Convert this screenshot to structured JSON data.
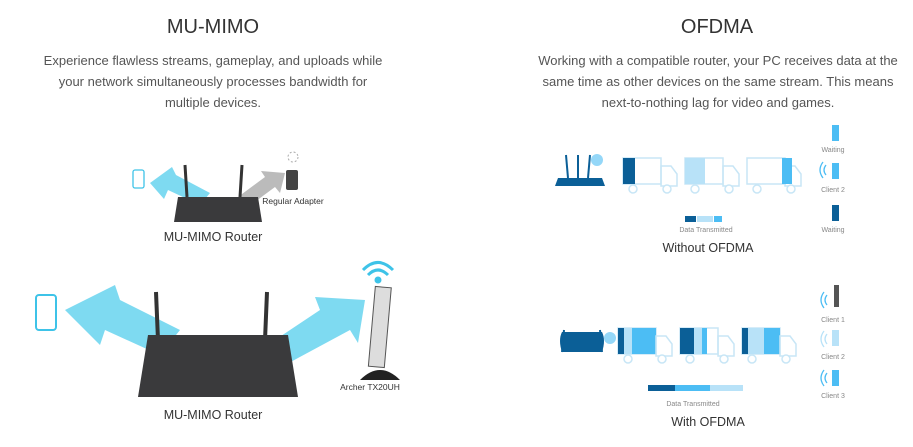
{
  "mumimo": {
    "title": "MU-MIMO",
    "description": "Experience flawless streams, gameplay, and uploads while your network simultaneously processes bandwidth for multiple devices.",
    "top_router_label": "MU-MIMO Router",
    "regular_adapter_label": "Regular Adapter",
    "bottom_router_label": "MU-MIMO Router",
    "archer_label": "Archer TX20UH"
  },
  "ofdma": {
    "title": "OFDMA",
    "description": "Working with a compatible router, your PC receives data at the same time as other devices on the same stream. This means next-to-nothing lag for video and games.",
    "without": {
      "caption": "Without OFDMA",
      "data_label": "Data Transmitted",
      "clients": [
        "Waiting",
        "Client 2",
        "Waiting"
      ]
    },
    "with": {
      "caption": "With OFDMA",
      "data_label": "Data Transmitted",
      "clients": [
        "Client 1",
        "Client 2",
        "Client 3"
      ]
    }
  },
  "colors": {
    "dark": "#0b5f97",
    "mid": "#4cbdf4",
    "light": "#b8e2f8",
    "arrow": "#5fd0ec"
  }
}
